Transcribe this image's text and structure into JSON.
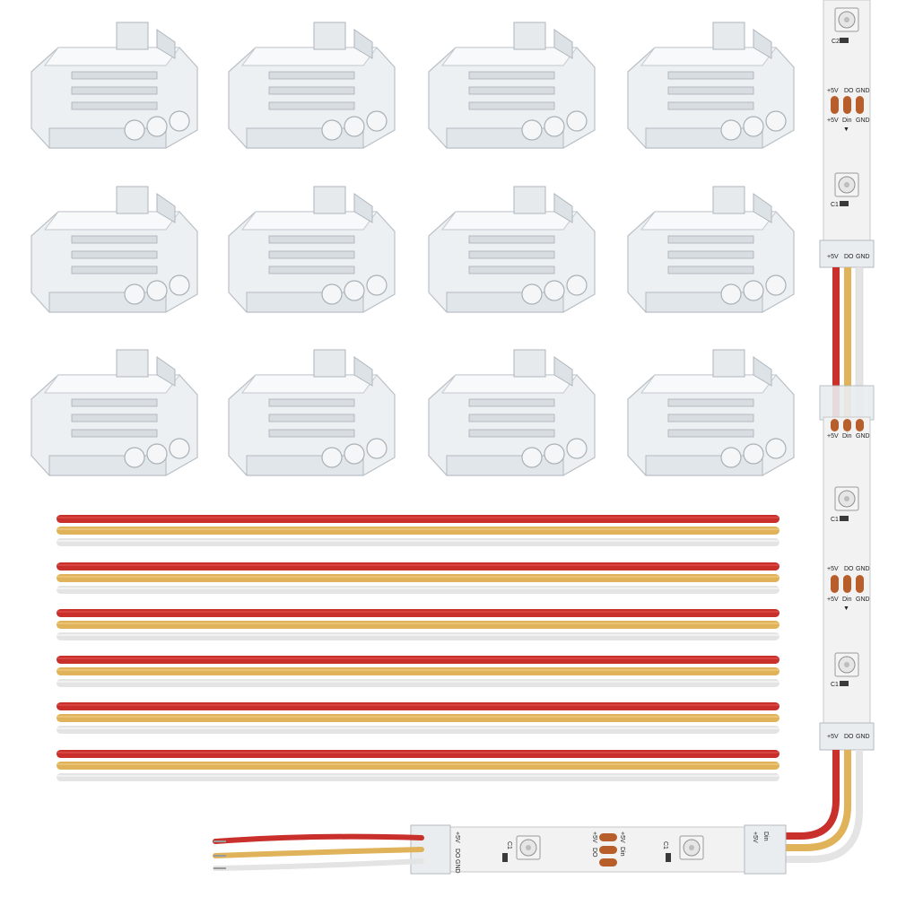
{
  "colors": {
    "background": "#ffffff",
    "wire_red": "#c9302c",
    "wire_yellow": "#e0b25a",
    "wire_white": "#e4e4e4",
    "strip_pcb": "#f2f2f2",
    "pad_copper": "#b85e2a",
    "connector_clear": "#e8ecef"
  },
  "connector_grid": {
    "rows": 3,
    "columns": 4
  },
  "loose_wire_sets": 6,
  "led_strip": {
    "pad_top_labels": [
      "+5V",
      "DO",
      "GND"
    ],
    "pad_bottom_labels": [
      "+5V",
      "Din",
      "GND"
    ],
    "capacitor_label": "C1",
    "capacitor_label_alt": "C2",
    "direction_mark": "▼"
  }
}
